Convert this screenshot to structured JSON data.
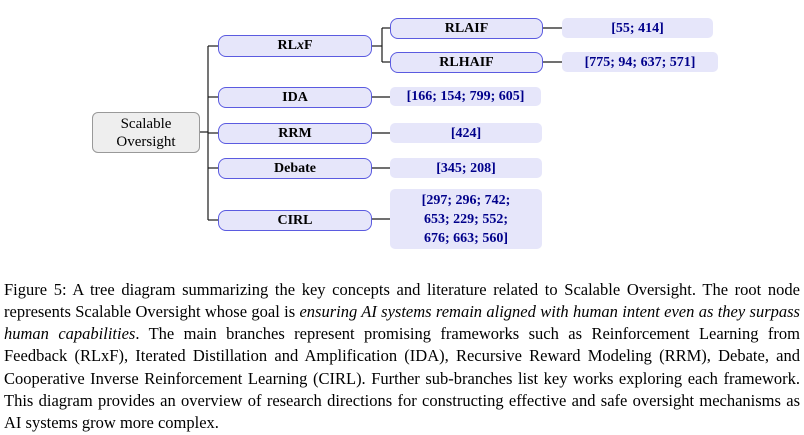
{
  "diagram": {
    "root": {
      "line1": "Scalable",
      "line2": "Oversight"
    },
    "branches": {
      "rlxf": {
        "label_pre": "RL",
        "label_italic": "x",
        "label_post": "F"
      },
      "ida": {
        "label": "IDA",
        "citations": "[166; 154; 799; 605]"
      },
      "rrm": {
        "label": "RRM",
        "citations": "[424]"
      },
      "debate": {
        "label": "Debate",
        "citations": "[345; 208]"
      },
      "cirl": {
        "label": "CIRL",
        "citations_lines": [
          "[297; 296; 742;",
          "653; 229; 552;",
          "676; 663; 560]"
        ]
      }
    },
    "subbranches": {
      "rlaif": {
        "label": "RLAIF",
        "citations": "[55; 414]"
      },
      "rlhaif": {
        "label": "RLHAIF",
        "citations": "[775; 94; 637; 571]"
      }
    },
    "colors": {
      "node-fill": "#e6e6fa",
      "node-border": "#5b5be0",
      "root-fill": "#eeeeee",
      "root-border": "#999999",
      "cite-text": "#00008b",
      "line-color": "#1a1a1a"
    }
  },
  "caption": {
    "part1": "Figure 5: A tree diagram summarizing the key concepts and literature related to Scalable Oversight. The root node represents Scalable Oversight whose goal is ",
    "italic": "ensuring AI systems remain aligned with human intent even as they surpass human capabilities",
    "part2": ". The main branches represent promising frameworks such as Reinforcement Learning from Feedback (RLxF), Iterated Distillation and Amplification (IDA), Recursive Reward Modeling (RRM), Debate, and Cooperative Inverse Reinforcement Learning (CIRL). Further sub-branches list key works exploring each framework. This diagram provides an overview of research directions for constructing effective and safe oversight mechanisms as AI systems grow more complex."
  }
}
